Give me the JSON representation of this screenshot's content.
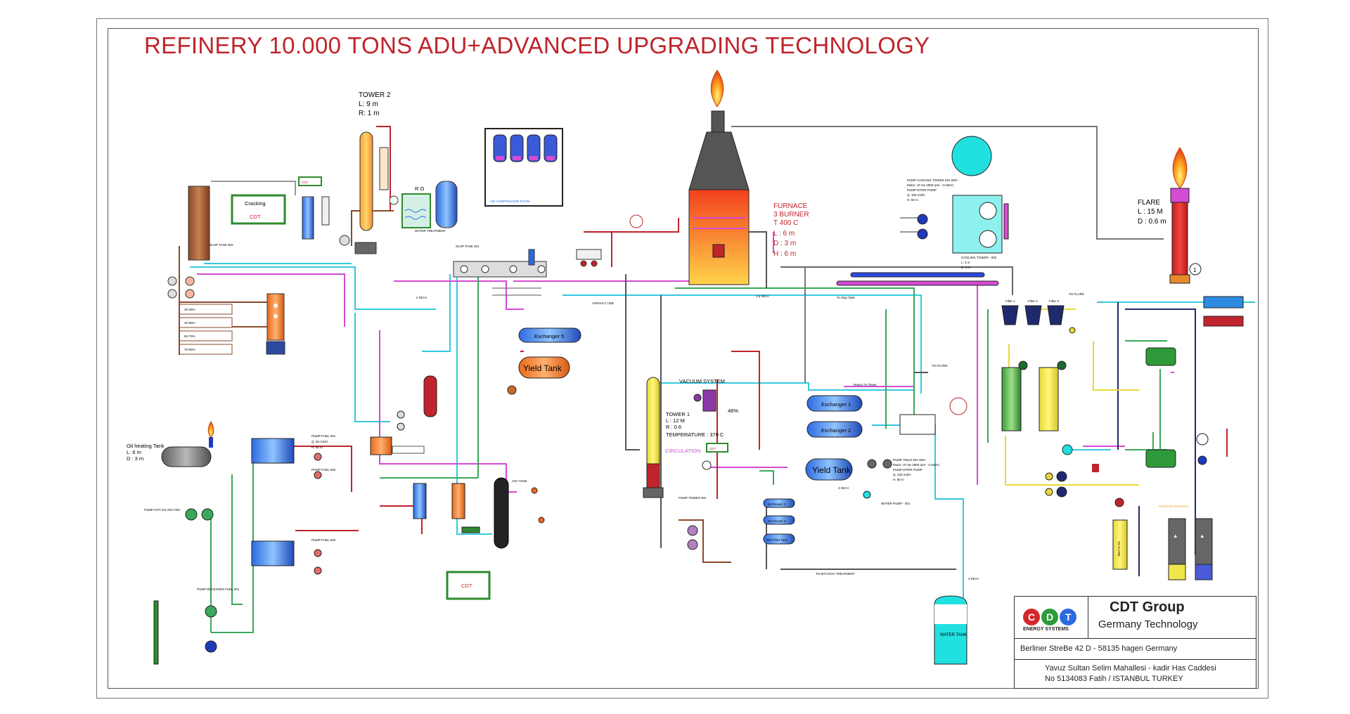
{
  "title": "REFINERY 10.000 TONS ADU+ADVANCED UPGRADING TECHNOLOGY",
  "tower2": {
    "name": "TOWER 2",
    "l": "L: 9 m",
    "r": "R: 1 m"
  },
  "furnace": {
    "name": "FURNACE",
    "burner": "3 BURNER",
    "temp": "T 400 C",
    "l": "L : 6 m",
    "d": "D : 3 m",
    "h": "H : 6 m"
  },
  "flare": {
    "name": "FLARE",
    "l": "L : 15 M",
    "d": "D : 0.6 m",
    "marker": "1"
  },
  "tower1": {
    "name": "TOWER  1",
    "l": "L : 12 M",
    "r": "R : 0.6",
    "temp": "TEMPERATURE : 370 C"
  },
  "oil_tank": {
    "name": "Oil heating Tank",
    "l": "L: 6 m",
    "d": "D : 3 m"
  },
  "cracking": {
    "label": "Cracking",
    "cdt": "CDT"
  },
  "cdt_label": "CDT",
  "air_compressor_room": "AIR COMPRESSOR ROOM",
  "pump_cooling_tower": {
    "title": "PUMP COOLING TOWER 001  002+",
    "motor": "Motor -37 kw 2900 rpm - CAMAC",
    "inter": "PUMP INTER PUMP",
    "q": "Q: 100 m3/H",
    "h": "H: 50 m"
  },
  "cooling_tower": {
    "name": "COOLING TOWER - 002",
    "l": "L: 3 m",
    "d": "D: 3 m"
  },
  "labels": {
    "exchanger5": "Exchanger 5",
    "yield_tank_top": "Yield Tank",
    "yield_tank_mid": "Yield Tank",
    "exchanger1": "Exchanger 1",
    "exchanger2": "Exchanger 2",
    "exchanger3": "Exchanger 3",
    "exchanger4": "Exchanger 4",
    "bottom_tank": "BOTTOM Tank",
    "vacuum_system": "VACUUM SYSTEM",
    "circulation": "CIRCULATION",
    "water_tank": "WATER TANK",
    "to_flare": "TO FLARE",
    "to_slop_tank": "To Slop Tank",
    "one_five_inch": "1.5  INCH",
    "asphalt_line": "ASPHALT LINE",
    "two_inch": "2 INCH",
    "return_to_tower": "Return To Tower",
    "to_filter": "TO FILTER",
    "to_bitcock": "TO BITCOCK TREATMENT",
    "three_inch": "3 INCH",
    "four_inch": "4 INCH",
    "filter1": "Filter 1",
    "filter2": "Filter 2",
    "filter3": "Filter 3",
    "receive_product": "RECEIVE PRODUCT",
    "pct48": "48%",
    "r_o": "R O",
    "slop_tank_002": "SLOP TANK 002",
    "slop_tank_001": "SLOP TANK 001",
    "water_treatment": "WATER TREATMENT",
    "range1": "20-30%",
    "range2": "40-50%",
    "range3": "60-70%",
    "range4": "70-80%",
    "to_flare_v": "TO FLARE",
    "pump_fuel_001": "PUMP FUEL 001",
    "pump_fuel_001_q": "Q: 50 m3/H",
    "pump_fuel_001_h": "H: 50 m",
    "pump_fuel_002": "PUMP FUEL 002",
    "pump_fuel_500": "PUMP FUEL 500",
    "pump_hot_oil": "PUMP HOT OIL 001+002",
    "pump_receiving": "PUMP RECEIVING FUEL 001",
    "pump_tower": "PUMP TOWER 001",
    "pump_yield": "PUMP YIELD 001  002+",
    "pump_yield_motor": "Motor -37 kw 2900 rpm - CAMAC",
    "pump_yield_inter": "PUMP INTER PUMP",
    "pump_yield_q": "Q: 100 m3/H",
    "pump_yield_h": "H: 80 m",
    "water_pump": "WATER PUMP - 001",
    "asa_tank": "ASA TANK"
  },
  "company": {
    "name": "CDT Group",
    "sub": "Germany Technology",
    "logo_sub": "ENERGY SYSTEMS",
    "addr1": "Berliner StreBe 42 D - 58135 hagen Germany",
    "addr2": "Yavuz Sultan Selim Mahallesi - kadir Has Caddesi",
    "addr3": "No 5134083 Fatih / ISTANBUL TURKEY"
  },
  "colors": {
    "title": "#c0242c",
    "furnace": "#f2401c",
    "flare": "#e8342a",
    "pipe_cyan": "#35c9e0",
    "pipe_magenta": "#d44bd4",
    "pipe_green": "#3aa85a"
  }
}
